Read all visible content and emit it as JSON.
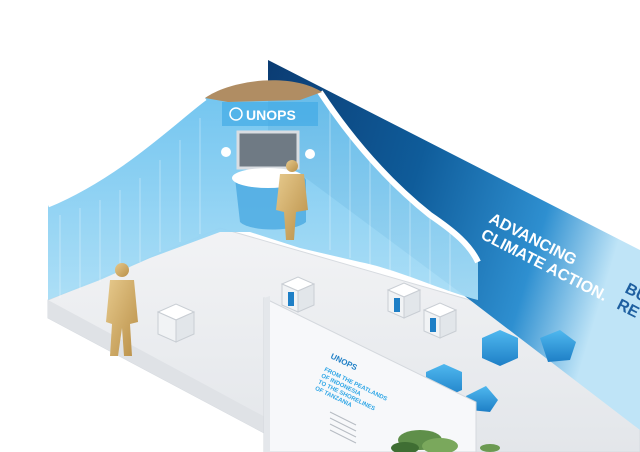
{
  "colors": {
    "background": "#ffffff",
    "floor": "#e9ebee",
    "wall_light_blue": "#8fd0f2",
    "wall_deep_blue": "#0f5c9a",
    "wall_navy": "#0b3c73",
    "accent_cyan": "#2fb3ea",
    "gold_figure": "#d2b06a",
    "panel_white": "#f7f8fa",
    "wood_roof": "#b08d63"
  },
  "brand": {
    "logo_text": "UNOPS",
    "panel_logo_text": "UNOPS"
  },
  "back_wall": {
    "headline": [
      "ADVANCING",
      "CLIMATE ACTION."
    ],
    "edge_text": [
      "BU",
      "RE"
    ]
  },
  "info_panel": {
    "heading_lines": [
      "FROM THE PEATLANDS",
      "OF INDONESIA",
      "TO THE SHORELINES",
      "OF TANZANIA"
    ]
  },
  "icons": [
    "un-emblem-icon",
    "seal-icon"
  ]
}
